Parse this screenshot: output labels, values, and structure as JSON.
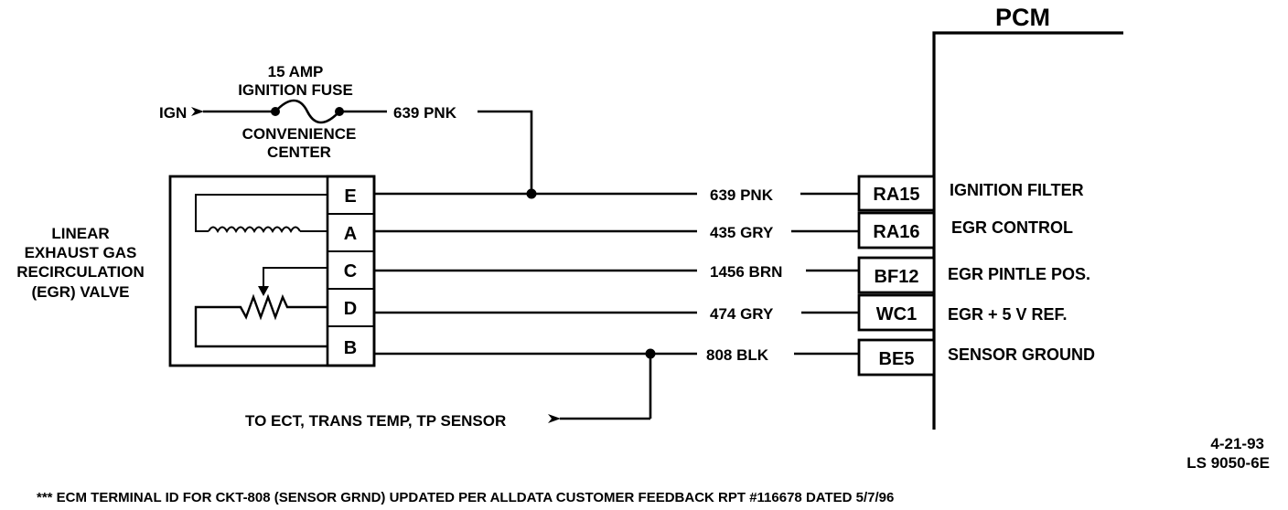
{
  "pcm": {
    "title": "PCM"
  },
  "fuse": {
    "amp_line1": "15 AMP",
    "amp_line2": "IGNITION FUSE",
    "loc_line1": "CONVENIENCE",
    "loc_line2": "CENTER",
    "ign_label": "IGN",
    "feed_wire": "639 PNK"
  },
  "valve": {
    "label_lines": [
      "LINEAR",
      "EXHAUST GAS",
      "RECIRCULATION",
      "(EGR) VALVE"
    ],
    "pins": [
      "E",
      "A",
      "C",
      "D",
      "B"
    ]
  },
  "circuits": [
    {
      "wire": "639 PNK",
      "terminal": "RA15",
      "function": "IGNITION FILTER"
    },
    {
      "wire": "435 GRY",
      "terminal": "RA16",
      "function": "EGR CONTROL"
    },
    {
      "wire": "1456 BRN",
      "terminal": "BF12",
      "function": "EGR PINTLE POS."
    },
    {
      "wire": "474 GRY",
      "terminal": "WC1",
      "function": "EGR + 5 V REF."
    },
    {
      "wire": "808 BLK",
      "terminal": "BE5",
      "function": "SENSOR GROUND"
    }
  ],
  "ground_destination": "TO ECT, TRANS TEMP, TP SENSOR",
  "footer": {
    "date": "4-21-93",
    "code": "LS 9050-6E",
    "note": "*** ECM TERMINAL ID FOR CKT-808 (SENSOR GRND)  UPDATED PER  ALLDATA CUSTOMER FEEDBACK  RPT #116678 DATED 5/7/96"
  }
}
